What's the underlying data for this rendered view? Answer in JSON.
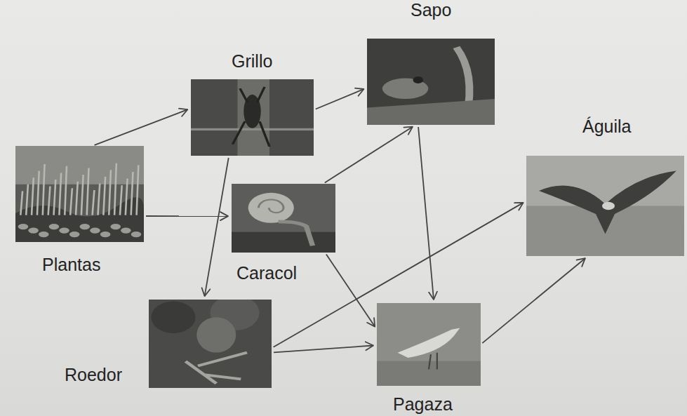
{
  "diagram": {
    "nodes": [
      {
        "text": [
          "Plantas"
        ]
      },
      {
        "text": [
          "Grillo"
        ]
      },
      {
        "text": [
          "Sapo"
        ]
      },
      {
        "text": [
          "Caracol"
        ]
      },
      {
        "text": [
          "Roedor"
        ]
      },
      {
        "text": [
          "Pagaza"
        ]
      },
      {
        "text": [
          "Águila"
        ]
      }
    ],
    "edges": [
      {
        "from": 0,
        "to": 1,
        "arrow": "to"
      },
      {
        "from": 0,
        "to": 3,
        "arrow": "to"
      },
      {
        "from": 1,
        "to": 2,
        "arrow": "to"
      },
      {
        "from": 1,
        "to": 4,
        "arrow": "to"
      },
      {
        "from": 3,
        "to": 2,
        "arrow": "to"
      },
      {
        "from": 3,
        "to": 5,
        "arrow": "to"
      },
      {
        "from": 2,
        "to": 5,
        "arrow": "to"
      },
      {
        "from": 4,
        "to": 6,
        "arrow": "to"
      },
      {
        "from": 4,
        "to": 5,
        "arrow": "to"
      },
      {
        "from": 5,
        "to": 6,
        "arrow": "to"
      }
    ]
  }
}
